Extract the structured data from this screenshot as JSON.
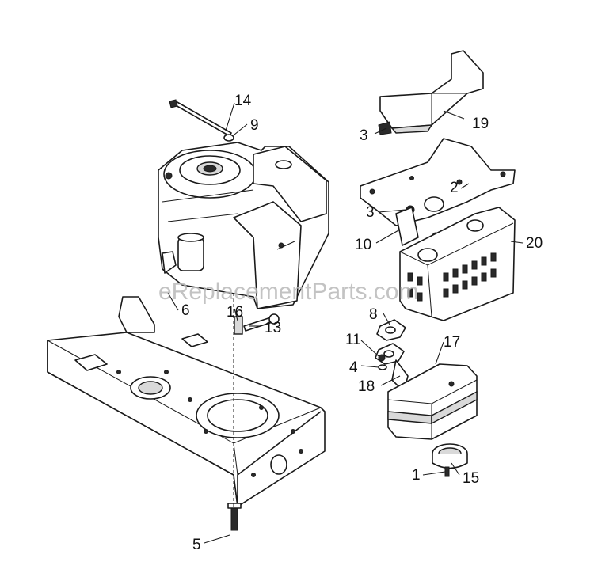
{
  "watermark": "eReplacementParts.com",
  "callouts": {
    "c1": "1",
    "c2": "2",
    "c3a": "3",
    "c3b": "3",
    "c4": "4",
    "c5": "5",
    "c6": "6",
    "c8": "8",
    "c9": "9",
    "c10": "10",
    "c11": "11",
    "c13": "13",
    "c14": "14",
    "c15": "15",
    "c16": "16",
    "c17": "17",
    "c18": "18",
    "c19": "19",
    "c20": "20"
  },
  "colors": {
    "line": "#1a1a1a",
    "watermark": "#b9b9b9",
    "background": "#ffffff"
  }
}
